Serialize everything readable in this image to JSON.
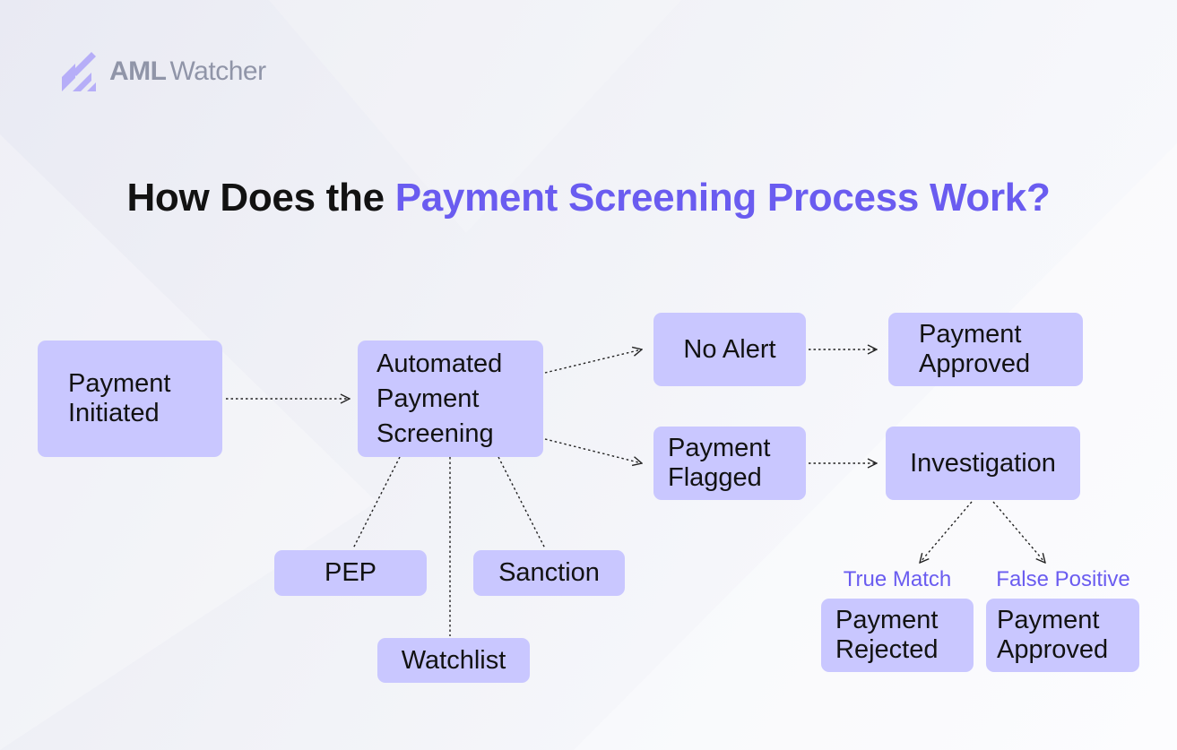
{
  "brand": {
    "name_bold": "AML",
    "name_regular": "Watcher",
    "icon": "striped-logo-icon",
    "color": "#9095a8"
  },
  "title": {
    "prefix": "How Does the ",
    "highlight": "Payment Screening Process Work?"
  },
  "colors": {
    "node_fill": "#c9c7ff",
    "accent": "#6a5cf0",
    "text": "#121212",
    "connector": "#222222"
  },
  "nodes": {
    "payment_initiated": {
      "line1": "Payment",
      "line2": "Initiated"
    },
    "automated_screening": {
      "line1": "Automated",
      "line2": "Payment",
      "line3": "Screening"
    },
    "pep": {
      "label": "PEP"
    },
    "sanction": {
      "label": "Sanction"
    },
    "watchlist": {
      "label": "Watchlist"
    },
    "no_alert": {
      "label": "No Alert"
    },
    "payment_approved_top": {
      "line1": "Payment",
      "line2": "Approved"
    },
    "payment_flagged": {
      "line1": "Payment",
      "line2": "Flagged"
    },
    "investigation": {
      "label": "Investigation"
    },
    "payment_rejected": {
      "line1": "Payment",
      "line2": "Rejected"
    },
    "payment_approved_bottom": {
      "line1": "Payment",
      "line2": "Approved"
    }
  },
  "branch_labels": {
    "true_match": "True Match",
    "false_positive": "False Positive"
  }
}
